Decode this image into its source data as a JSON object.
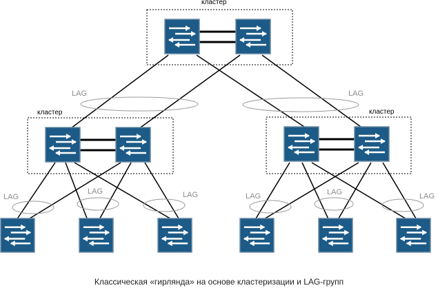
{
  "labels": {
    "cluster": "кластер",
    "lag": "LAG"
  },
  "caption": "Классическая «гирлянда» на основе кластеризации и LAG-групп",
  "colors": {
    "switch_fill": "#1c5a87",
    "switch_border": "#6b8aa3",
    "arrow": "#ffffff",
    "link": "#000000",
    "lag_ellipse": "#9a9a9a",
    "lag_text": "#8a8a8a",
    "cluster_border": "#000000"
  },
  "icons": {
    "switch": "switch-icon"
  }
}
